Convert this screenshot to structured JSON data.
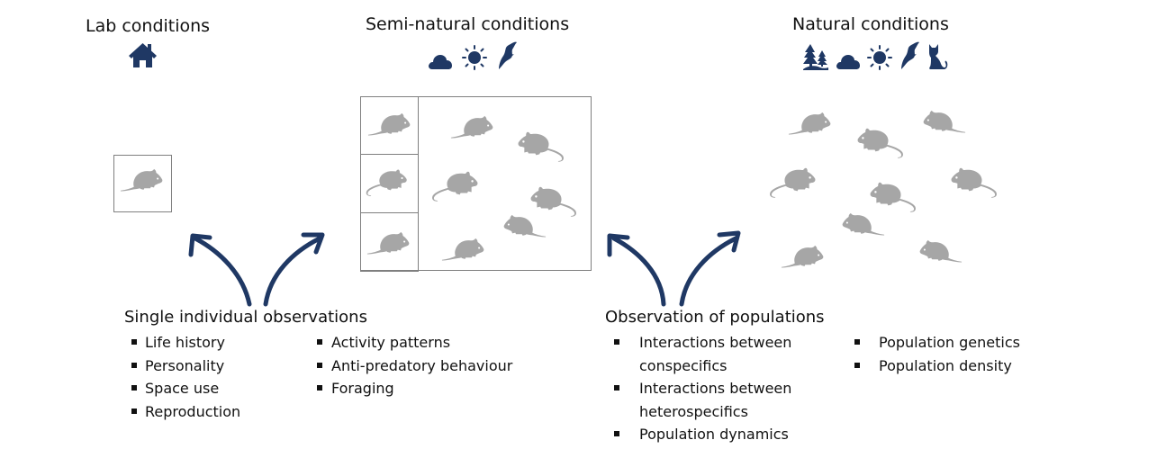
{
  "colors": {
    "icon": "#1f3864",
    "arrow": "#1f3864",
    "mouse": "#a6a6a6",
    "box_border": "#7f7f7f"
  },
  "conditions": {
    "lab": {
      "title": "Lab conditions",
      "icons": [
        "house-icon"
      ]
    },
    "semi_natural": {
      "title": "Semi-natural conditions",
      "icons": [
        "cloud-icon",
        "sun-icon",
        "bird-icon"
      ]
    },
    "natural": {
      "title": "Natural conditions",
      "icons": [
        "trees-icon",
        "cloud-icon",
        "sun-icon",
        "bird-icon",
        "cat-icon"
      ]
    }
  },
  "single_individual": {
    "title": "Single individual observations",
    "col1": [
      "Life history",
      "Personality",
      "Space use",
      "Reproduction"
    ],
    "col2": [
      "Activity patterns",
      "Anti-predatory behaviour",
      "Foraging"
    ]
  },
  "populations": {
    "title": "Observation of populations",
    "col1": [
      "Interactions between",
      "conspecifics",
      "Interactions between",
      "heterospecifics",
      "Population dynamics"
    ],
    "col2": [
      "Population genetics",
      "Population density"
    ]
  }
}
